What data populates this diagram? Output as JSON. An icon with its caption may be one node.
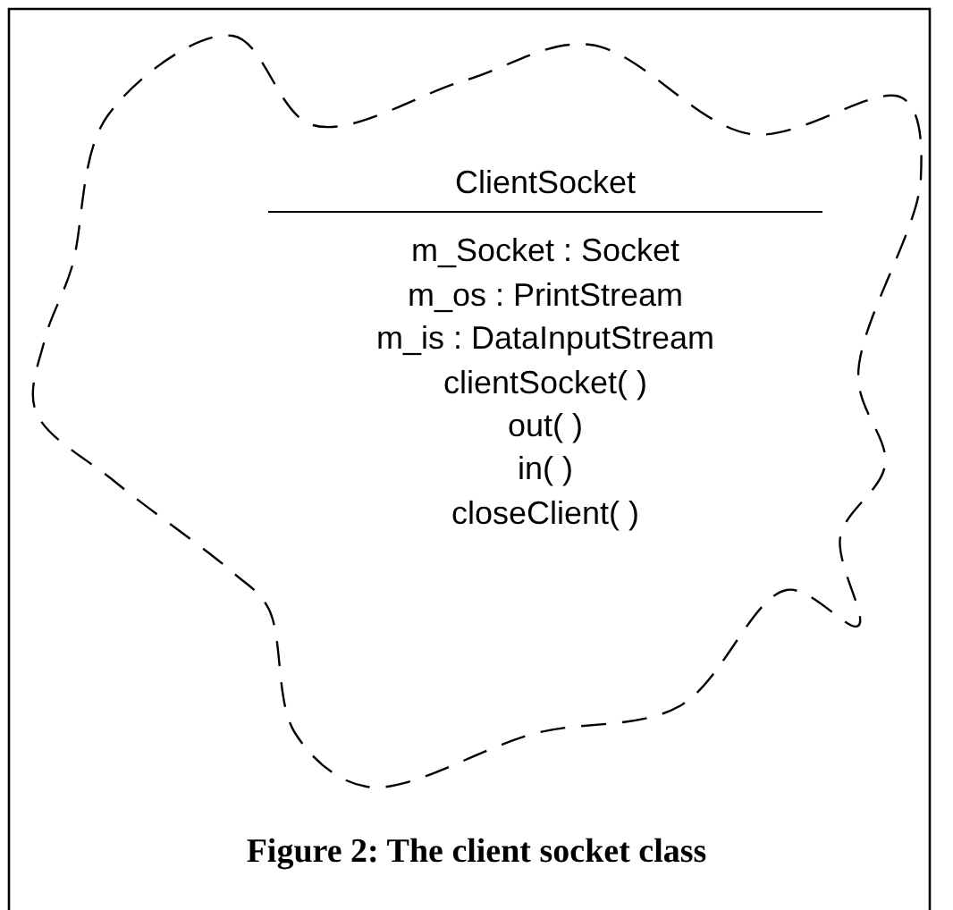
{
  "diagram": {
    "caption": "Figure 2: The client socket class",
    "nodes": [
      {
        "text": [
          "ClientSocket",
          "m_Socket : Socket",
          "m_os : PrintStream",
          "m_is : DataInputStream",
          "clientSocket( )",
          "out( )",
          "in( )",
          "closeClient( )"
        ]
      }
    ]
  }
}
